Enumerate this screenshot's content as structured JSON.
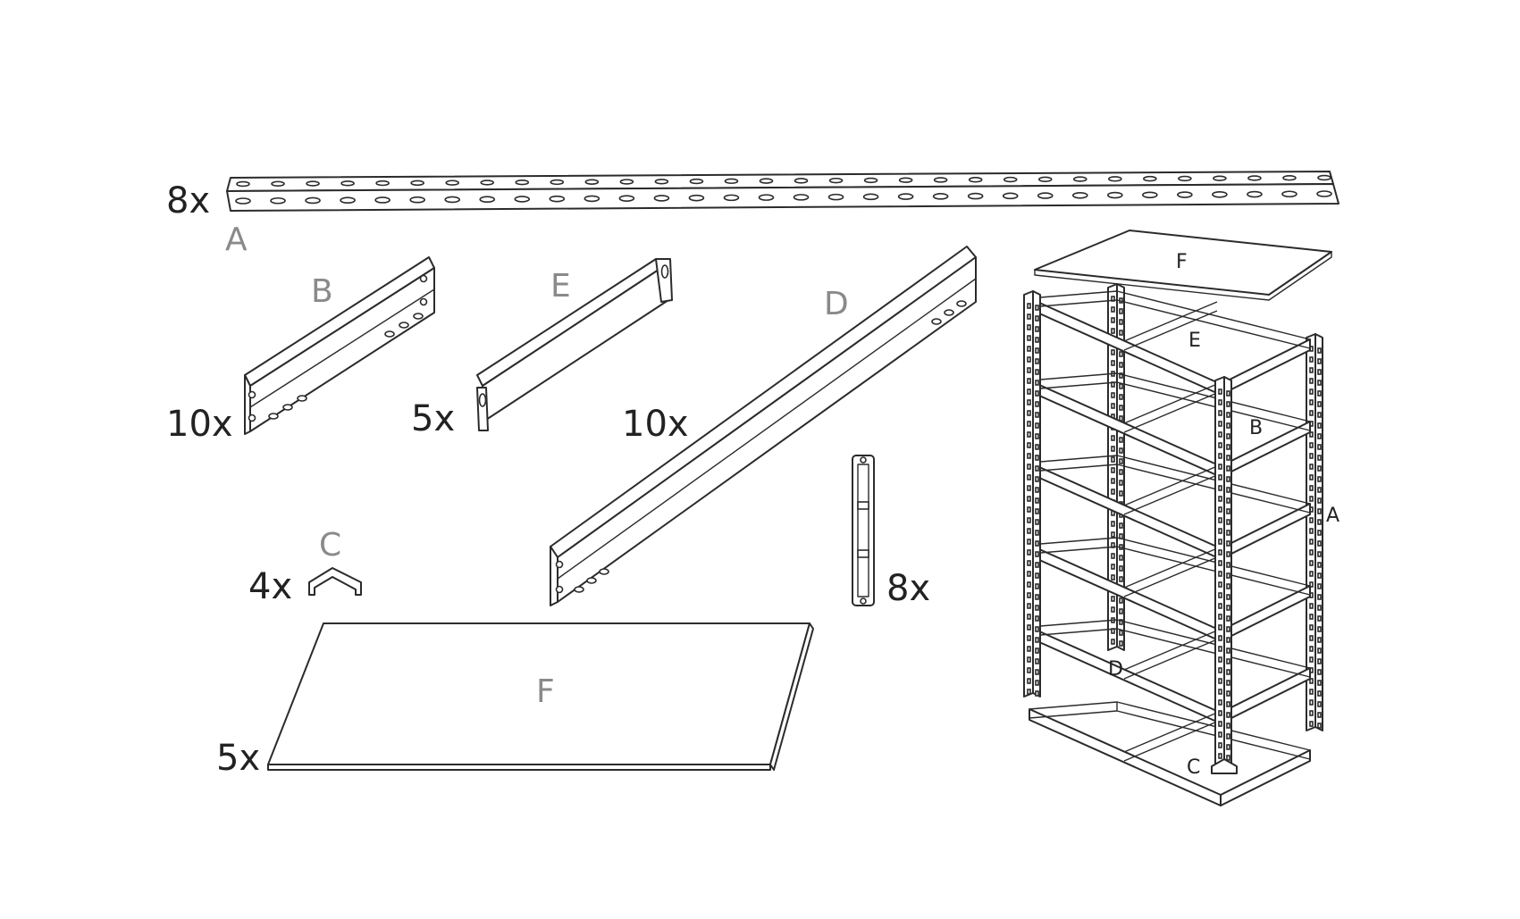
{
  "colors": {
    "line": "#2b2b2b",
    "quantity_text": "#222222",
    "part_letter": "#8a8a8a",
    "background": "#ffffff"
  },
  "parts": [
    {
      "id": "A",
      "letter": "A",
      "quantity": "8x"
    },
    {
      "id": "B",
      "letter": "B",
      "quantity": "10x"
    },
    {
      "id": "E",
      "letter": "E",
      "quantity": "5x"
    },
    {
      "id": "D",
      "letter": "D",
      "quantity": "10x"
    },
    {
      "id": "C",
      "letter": "C",
      "quantity": "4x"
    },
    {
      "id": "connector",
      "letter": "",
      "quantity": "8x"
    },
    {
      "id": "F",
      "letter": "F",
      "quantity": "5x"
    }
  ],
  "assembly": {
    "labels": {
      "F": "F",
      "E": "E",
      "B": "B",
      "A": "A",
      "D": "D",
      "C": "C"
    }
  }
}
